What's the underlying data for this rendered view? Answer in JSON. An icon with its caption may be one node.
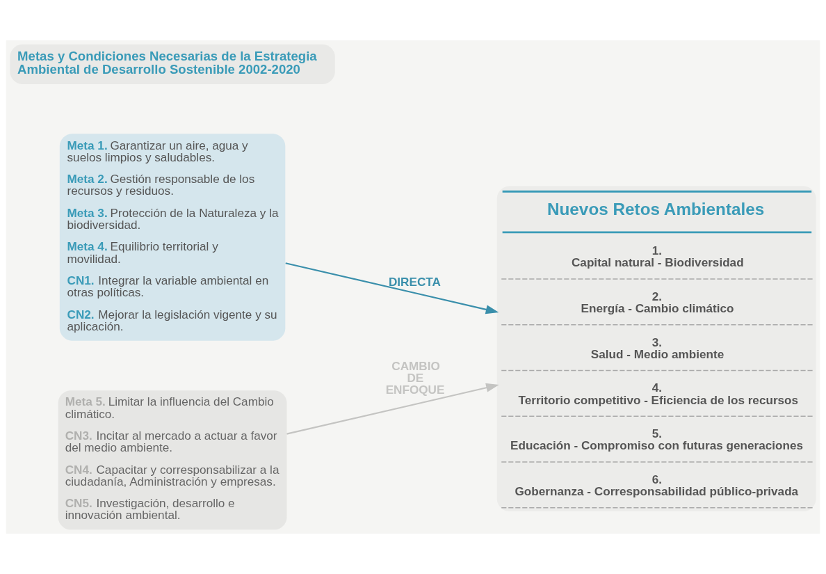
{
  "diagram": {
    "nodes": [
      {
        "text": [
          "Metas y Condiciones Necesarias de la Estrategia Ambiental de Desarrollo Sostenible 2002-2020"
        ]
      },
      {
        "text": [
          "**Meta 1.** Garantizar un aire, agua y suelos limpios y saludables.",
          "**Meta 2.** Gestión responsable de los recursos y residuos.",
          "**Meta 3.** Protección de la Naturaleza y la biodiversidad.",
          "**Meta 4.** Equilibrio territorial y movilidad.",
          "**CN1.** Integrar la variable ambiental en otras políticas.",
          "**CN2.** Mejorar la legislación vigente y su aplicación."
        ]
      },
      {
        "text": [
          "**Meta 5.** Limitar la influencia del Cambio climático.",
          "**CN3.** Incitar al mercado a actuar a favor del medio ambiente.",
          "**CN4.** Capacitar y corresponsabilizar a la ciudadanía, Administración y empresas.",
          "**CN5.** Investigación, desarrollo e innovación ambiental."
        ]
      },
      {
        "text": [
          "Nuevos Retos Ambientales",
          "1.",
          "Capital natural - Biodiversidad",
          "2.",
          "Energía - Cambio climático",
          "3.",
          "Salud - Medio ambiente",
          "4.",
          "Territorio competitivo - Eficiencia de los recursos",
          "5.",
          "Educación - Compromiso con futuras generaciones",
          "6.",
          "Gobernanza - Corresponsabilidad público-privada"
        ]
      }
    ],
    "edges": [
      {
        "from": 1,
        "to": 3,
        "arrow": "to",
        "label": "DIRECTA"
      },
      {
        "from": 2,
        "to": 3,
        "arrow": "to",
        "label": "CAMBIO DE ENFOQUE",
        "color": "#c4c4c2"
      }
    ]
  }
}
